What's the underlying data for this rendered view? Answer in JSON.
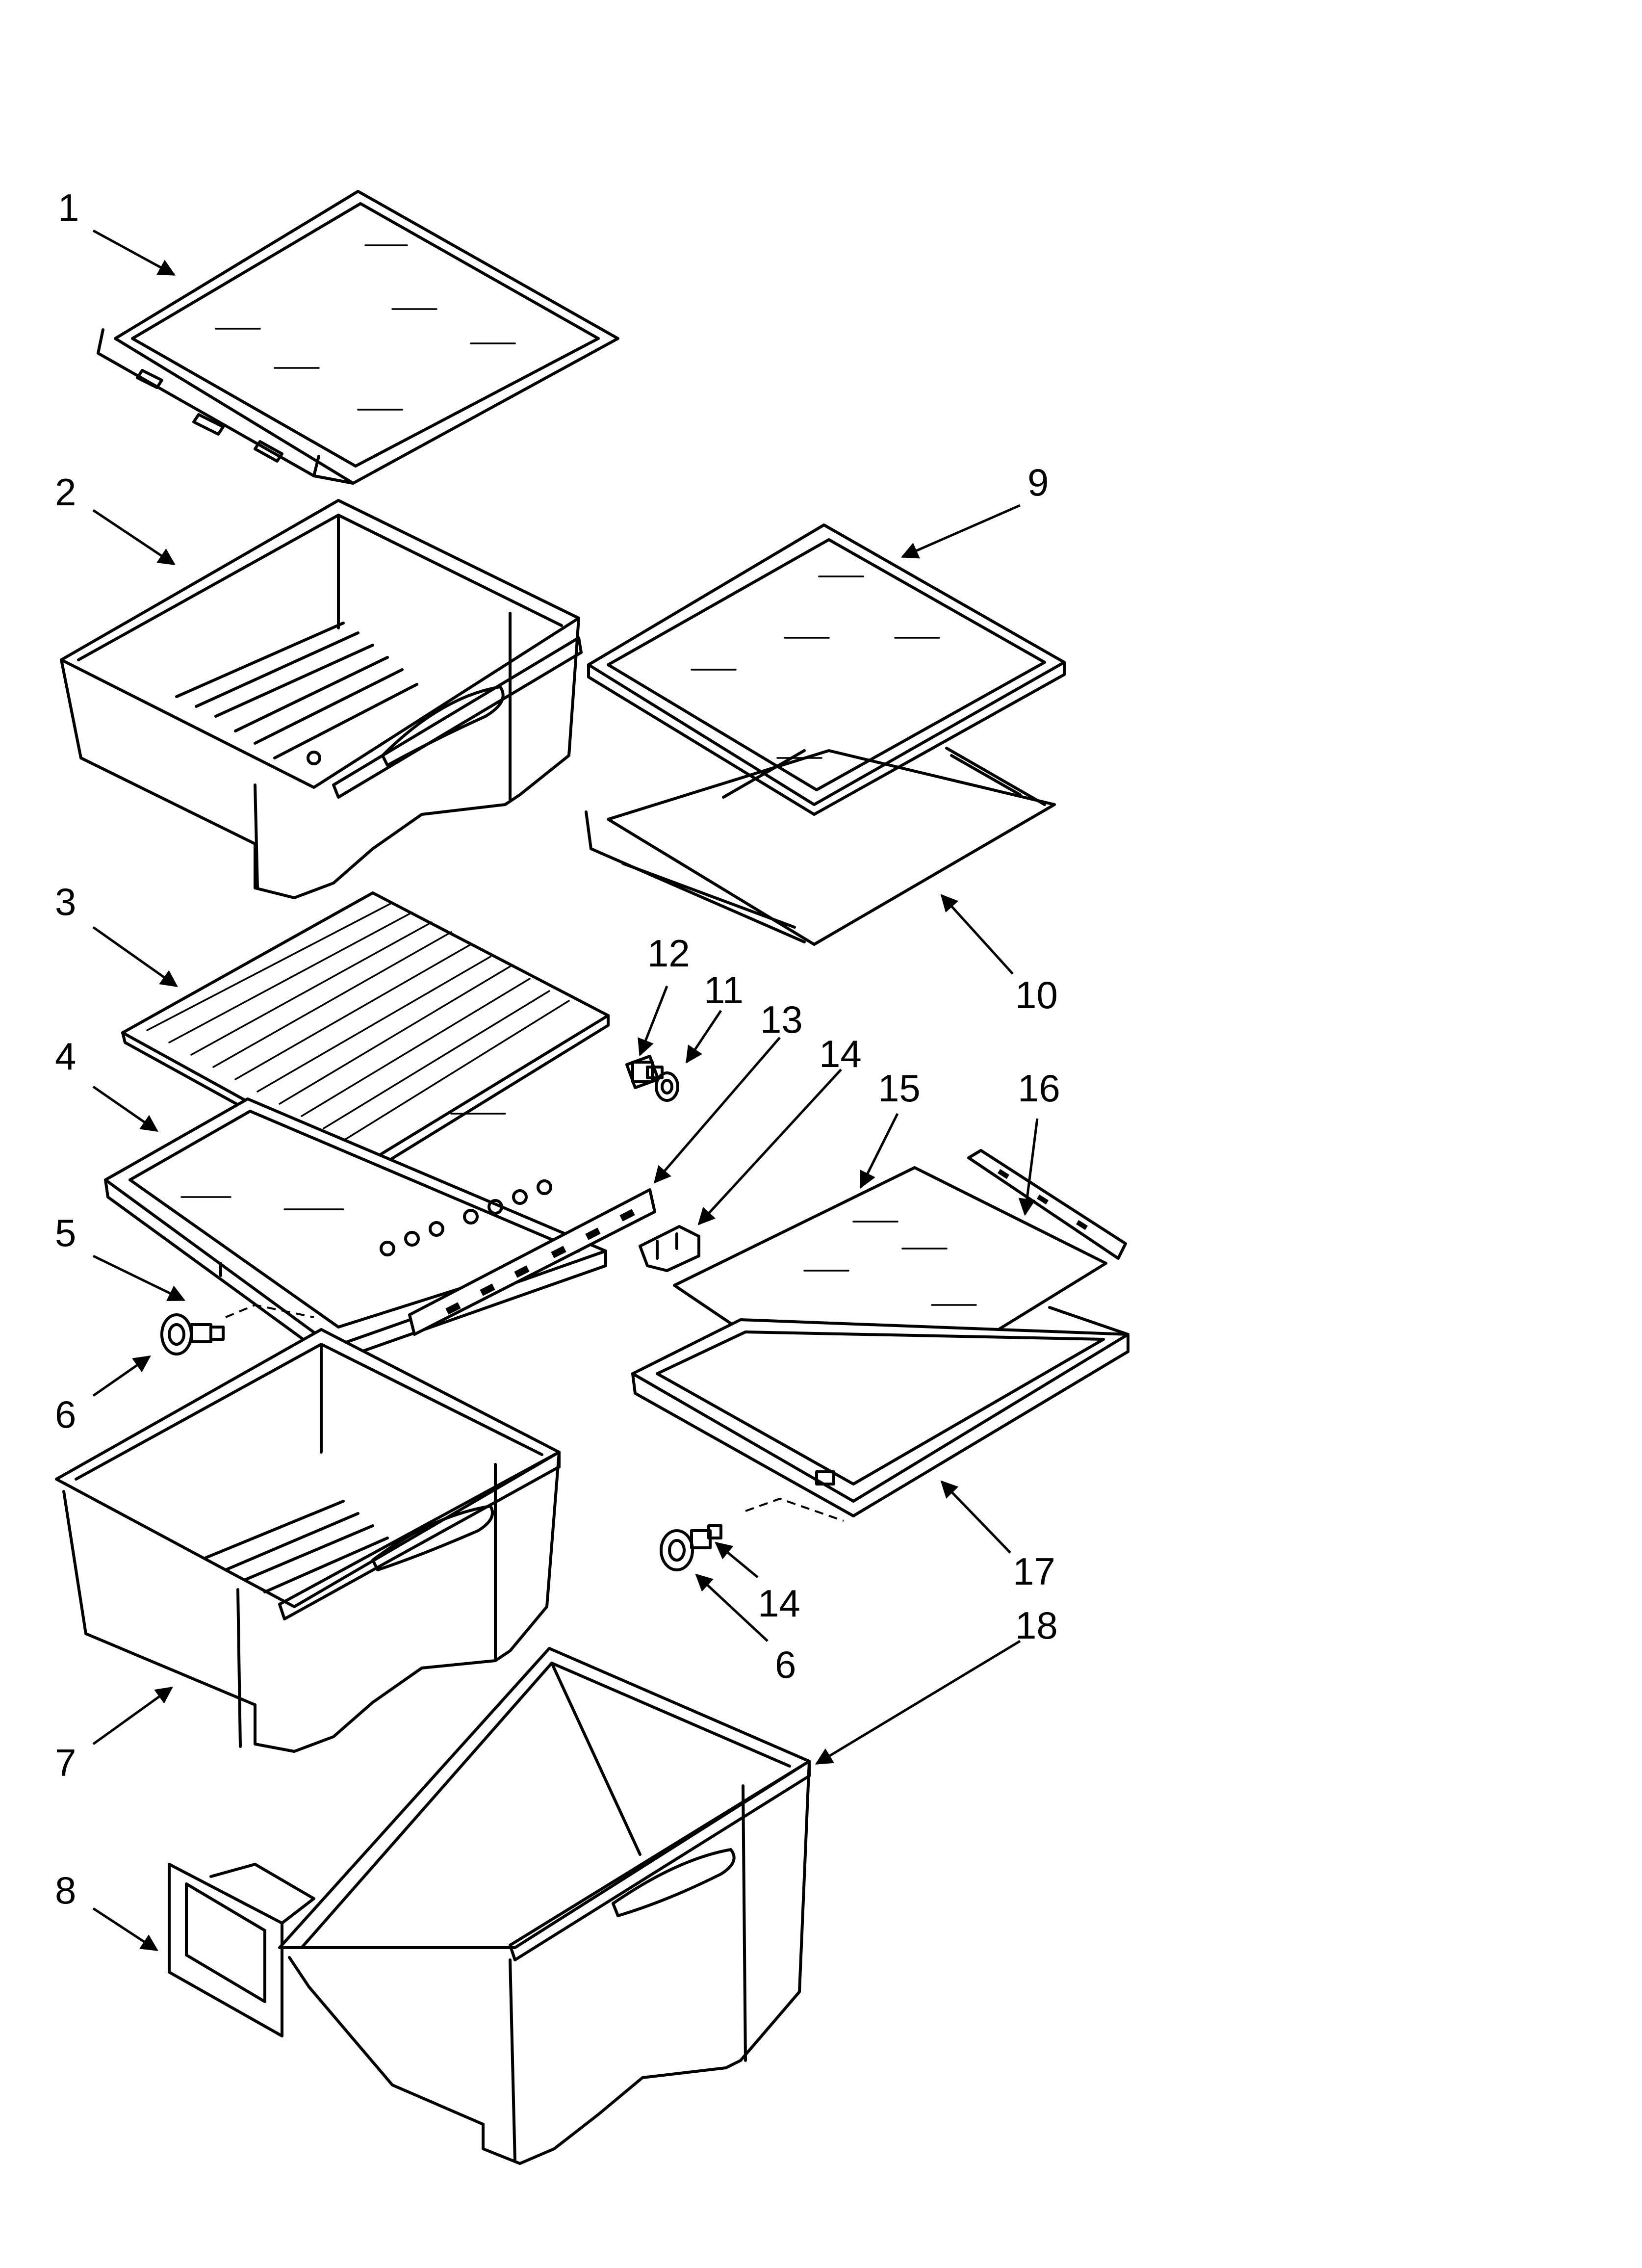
{
  "callouts": [
    {
      "id": "c1",
      "label": "1"
    },
    {
      "id": "c2",
      "label": "2"
    },
    {
      "id": "c3",
      "label": "3"
    },
    {
      "id": "c4",
      "label": "4"
    },
    {
      "id": "c5",
      "label": "5"
    },
    {
      "id": "c6a",
      "label": "6"
    },
    {
      "id": "c7",
      "label": "7"
    },
    {
      "id": "c8",
      "label": "8"
    },
    {
      "id": "c9",
      "label": "9"
    },
    {
      "id": "c10",
      "label": "10"
    },
    {
      "id": "c11",
      "label": "11"
    },
    {
      "id": "c12",
      "label": "12"
    },
    {
      "id": "c13",
      "label": "13"
    },
    {
      "id": "c14a",
      "label": "14"
    },
    {
      "id": "c15",
      "label": "15"
    },
    {
      "id": "c16",
      "label": "16"
    },
    {
      "id": "c17",
      "label": "17"
    },
    {
      "id": "c14b",
      "label": "14"
    },
    {
      "id": "c6b",
      "label": "6"
    },
    {
      "id": "c18",
      "label": "18"
    }
  ]
}
